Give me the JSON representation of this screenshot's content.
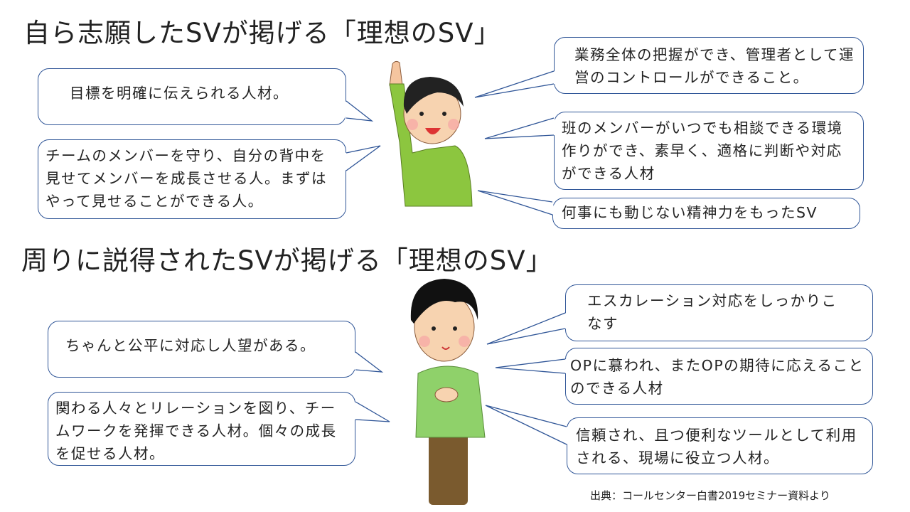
{
  "section1": {
    "title": "自ら志願したSVが掲げる「理想のSV」",
    "bubbles": [
      "目標を明確に伝えられる人材。",
      "チームのメンバーを守り、自分の背中を見せてメンバーを成長させる人。まずはやって見せることができる人。",
      "業務全体の把握ができ、管理者として運営のコントロールができること。",
      "班のメンバーがいつでも相談できる環境作りができ、素早く、適格に判断や対応ができる人材",
      "何事にも動じない精神力をもったSV"
    ]
  },
  "section2": {
    "title": "周りに説得されたSVが掲げる「理想のSV」",
    "bubbles": [
      "ちゃんと公平に対応し人望がある。",
      "関わる人々とリレーションを図り、チームワークを発揮できる人材。個々の成長を促せる人材。",
      "エスカレーション対応をしっかりこなす",
      "OPに慕われ、またOPの期待に応えることのできる人材",
      "信頼され、且つ便利なツールとして利用される、現場に役立つ人材。"
    ]
  },
  "source": "出典：コールセンター白書2019セミナー資料より",
  "colors": {
    "border": "#2f5597",
    "shirt1": "#8cc63f",
    "shirt2": "#8fd16a"
  }
}
